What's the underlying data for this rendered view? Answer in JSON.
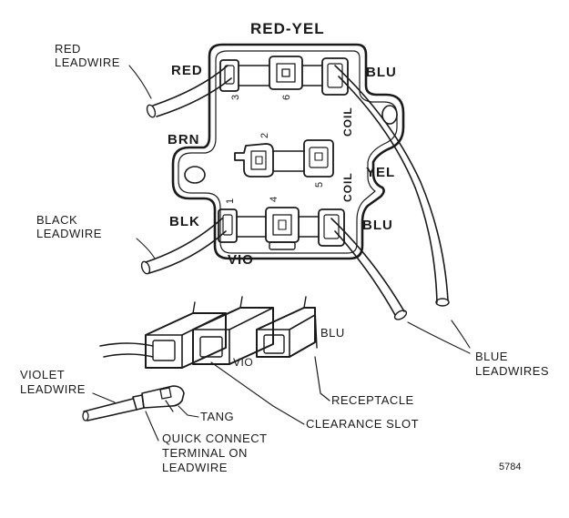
{
  "diagram": {
    "top_label": "RED-YEL",
    "terminals": {
      "red": "RED",
      "blu_top": "BLU",
      "brn": "BRN",
      "yel": "YEL",
      "blk": "BLK",
      "blu_bottom": "BLU",
      "vio": "VIO",
      "coil_top": "COIL",
      "coil_bottom": "COIL"
    },
    "pin_numbers": {
      "p3": "3",
      "p6": "6",
      "p2": "2",
      "p5": "5",
      "p1": "1",
      "p4": "4"
    },
    "callouts": {
      "red_leadwire_1": "RED",
      "red_leadwire_2": "LEADWIRE",
      "black_leadwire_1": "BLACK",
      "black_leadwire_2": "LEADWIRE",
      "blue_leadwires_1": "BLUE",
      "blue_leadwires_2": "LEADWIRES",
      "violet_leadwire_1": "VIOLET",
      "violet_leadwire_2": "LEADWIRE",
      "blu_receptacle": "BLU",
      "vio_receptacle": "VIO",
      "receptacle": "RECEPTACLE",
      "tang": "TANG",
      "clearance_slot": "CLEARANCE SLOT",
      "quick_connect_1": "QUICK CONNECT",
      "quick_connect_2": "TERMINAL ON",
      "quick_connect_3": "LEADWIRE",
      "figure_code": "5784"
    }
  }
}
